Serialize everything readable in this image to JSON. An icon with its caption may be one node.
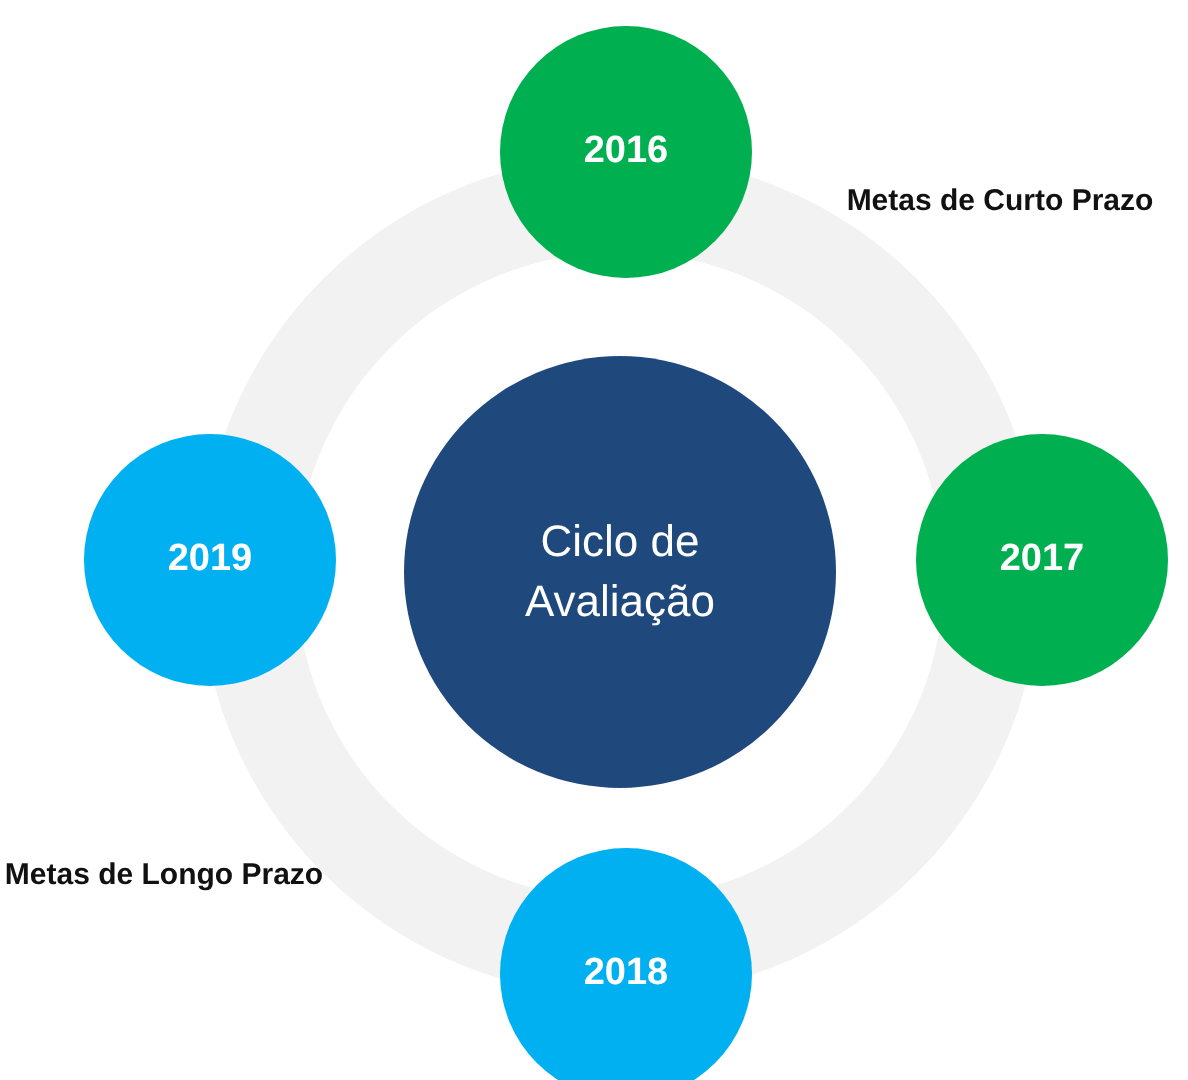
{
  "diagram": {
    "nodes": [
      {
        "text": [
          "2016"
        ]
      },
      {
        "text": [
          "Ciclo de Avaliação"
        ]
      },
      {
        "text": [
          "2019"
        ]
      },
      {
        "text": [
          "2017"
        ]
      },
      {
        "text": [
          "2018"
        ]
      }
    ],
    "labels": [
      "Metas de Curto Prazo",
      "Metas de Longo Prazo"
    ]
  }
}
